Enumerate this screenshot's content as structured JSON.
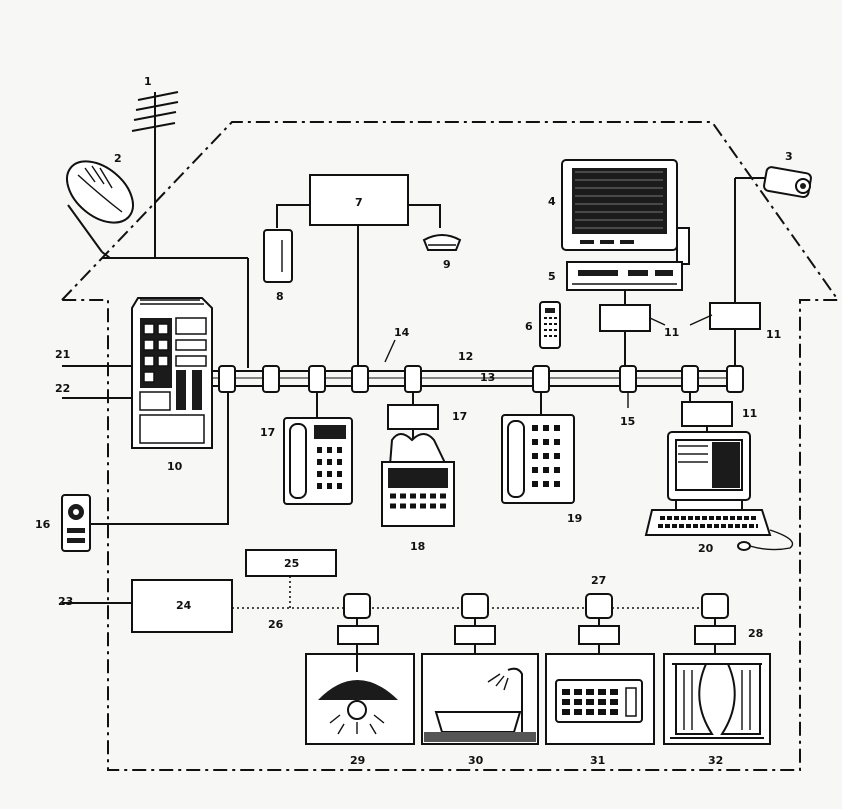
{
  "diagram": {
    "labels": {
      "l1": "1",
      "l2": "2",
      "l3": "3",
      "l4": "4",
      "l5": "5",
      "l6": "6",
      "l7": "7",
      "l8": "8",
      "l9": "9",
      "l10": "10",
      "l11a": "11",
      "l11b": "11",
      "l11c": "11",
      "l12": "12",
      "l13": "13",
      "l14": "14",
      "l15": "15",
      "l16": "16",
      "l17a": "17",
      "l17b": "17",
      "l18": "18",
      "l19": "19",
      "l20": "20",
      "l21": "21",
      "l22": "22",
      "l23": "23",
      "l24": "24",
      "l25": "25",
      "l26": "26",
      "l27": "27",
      "l28": "28",
      "l29": "29",
      "l30": "30",
      "l31": "31",
      "l32": "32"
    }
  }
}
